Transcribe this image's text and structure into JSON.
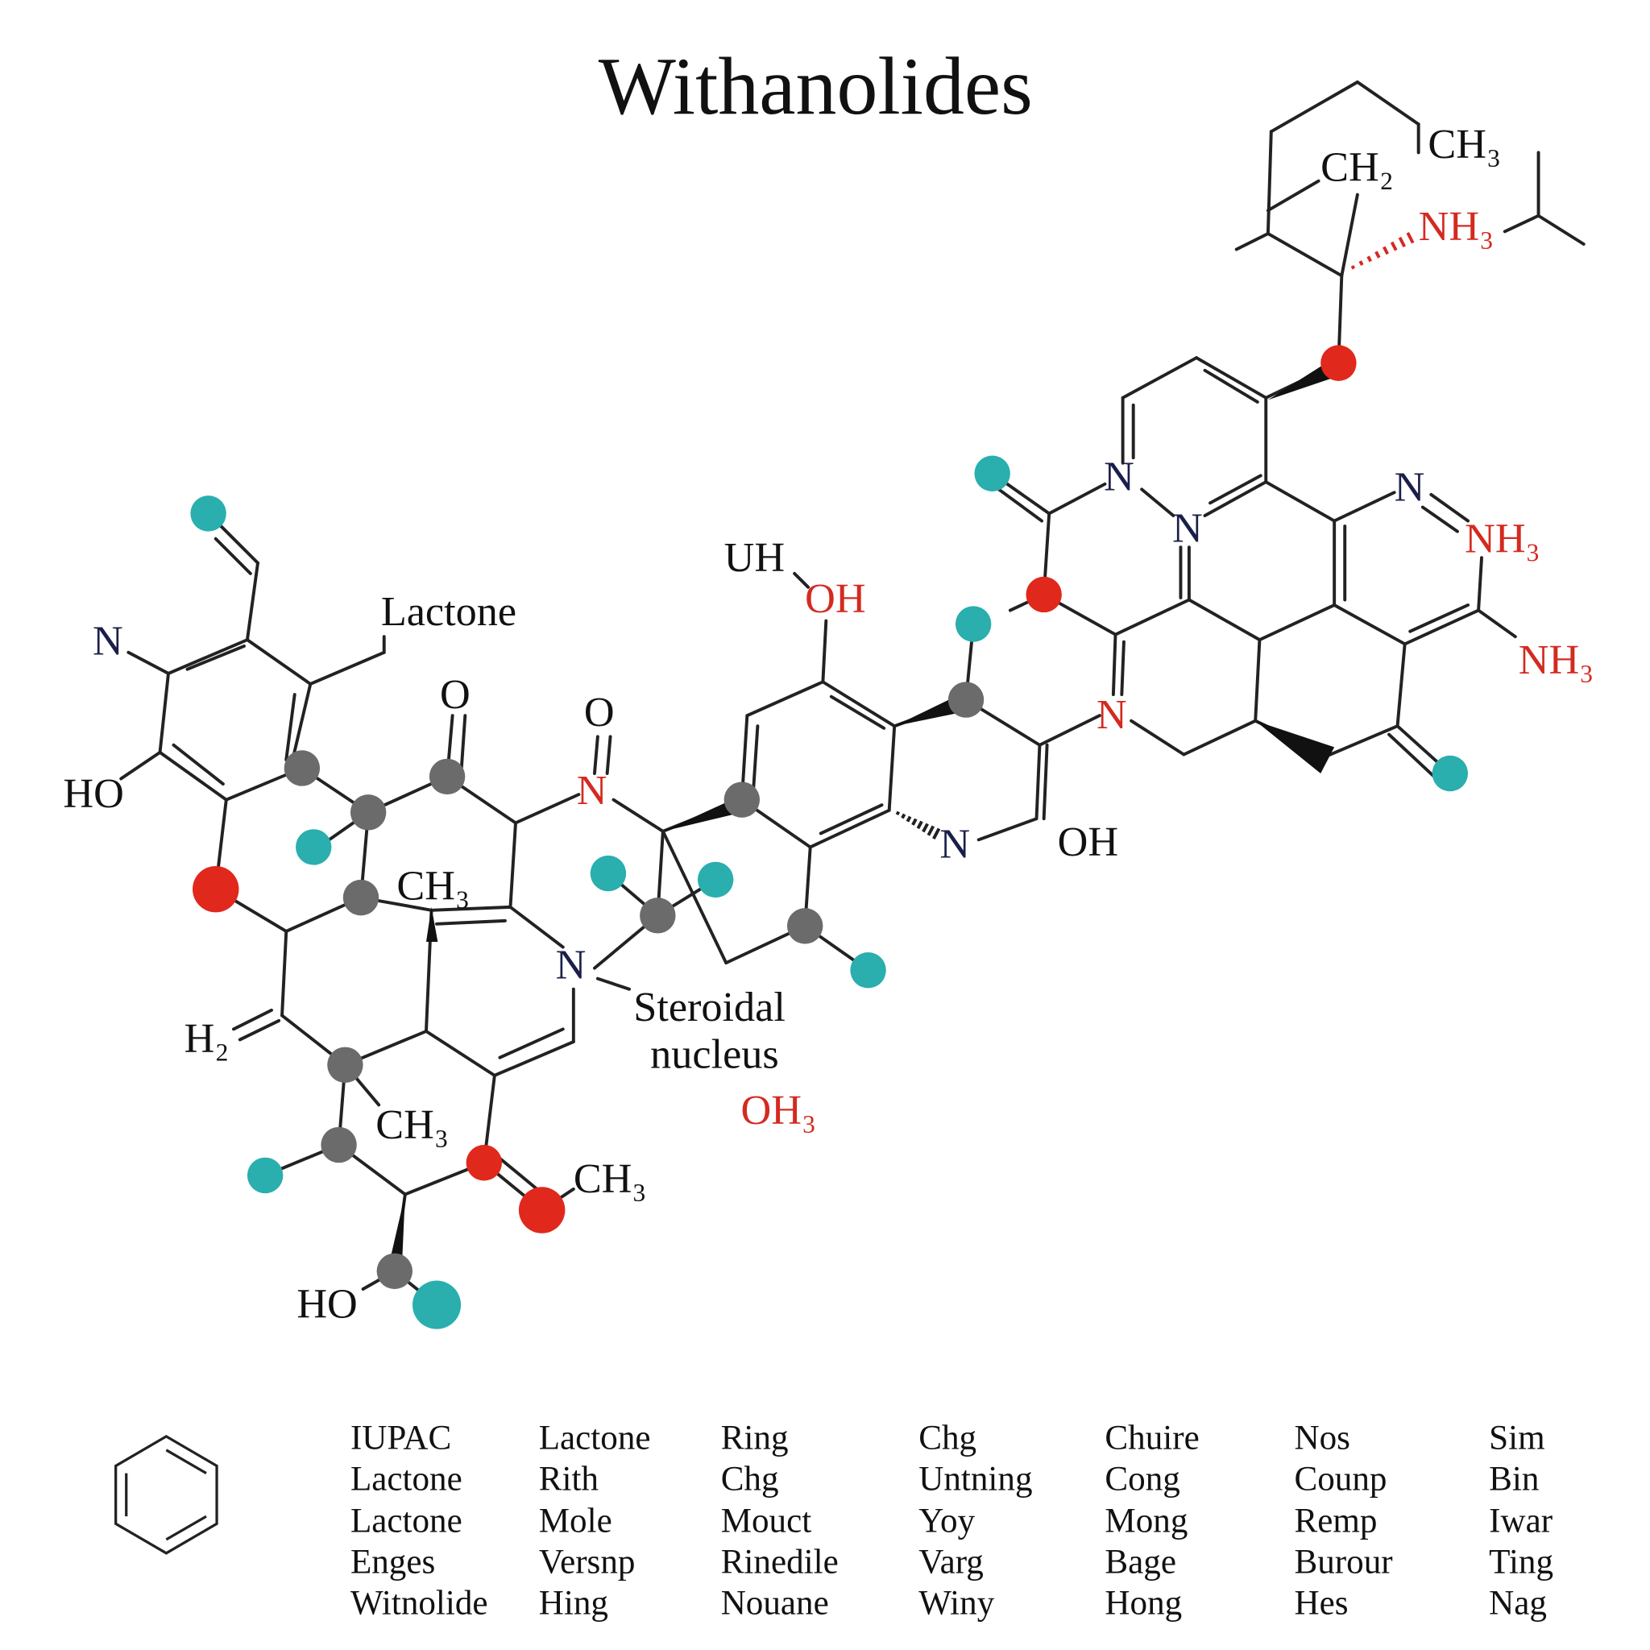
{
  "title": "Withanolides",
  "colors": {
    "carbon": "#6b6b6b",
    "oxygen": "#e0281c",
    "hydrogen": "#2aaeae",
    "nitrogen_label": "#d42a20",
    "bond": "#222222"
  },
  "labels": {
    "lactone": "Lactone",
    "steroidal_1": "Steroidal",
    "steroidal_2": "nucleus",
    "n_left": "N",
    "ho_left": "HO",
    "o_1": "O",
    "o_2": "O",
    "n_nitro": "N",
    "ch3_1": "CH₃",
    "h2": "H₂",
    "n_center": "N",
    "ch3_2": "CH₃",
    "ch3_3": "CH₃",
    "oh3": "OH₃",
    "ho_bottom": "HO",
    "uh": "UH",
    "oh_top": "OH",
    "n_hash": "N",
    "oh_right": "OH",
    "n_ring": "N",
    "n_a": "N",
    "n_b": "N",
    "n_c": "N",
    "nh3_1": "NH₃",
    "nh3_2": "NH₃",
    "nh3_top": "NH₃",
    "ch2": "CH₂",
    "ch3_top": "CH₃"
  },
  "table": {
    "columns": [
      [
        "IUPAC",
        "Lactone",
        "Lactone",
        "Enges",
        "Witnolide"
      ],
      [
        "Lactone",
        "Rith",
        "Mole",
        "Versnp",
        "Hing"
      ],
      [
        "Ring",
        "Chg",
        "Mouct",
        "Rinedile",
        "Nouane"
      ],
      [
        "Chg",
        "Untning",
        "Yoy",
        "Varg",
        "Winy"
      ],
      [
        "Chuire",
        "Cong",
        "Mong",
        "Bage",
        "Hong"
      ],
      [
        "Nos",
        "Counp",
        "Remp",
        "Burour",
        "Hes"
      ],
      [
        "Sim",
        "Bin",
        "Iwar",
        "Ting",
        "Nag"
      ]
    ]
  }
}
